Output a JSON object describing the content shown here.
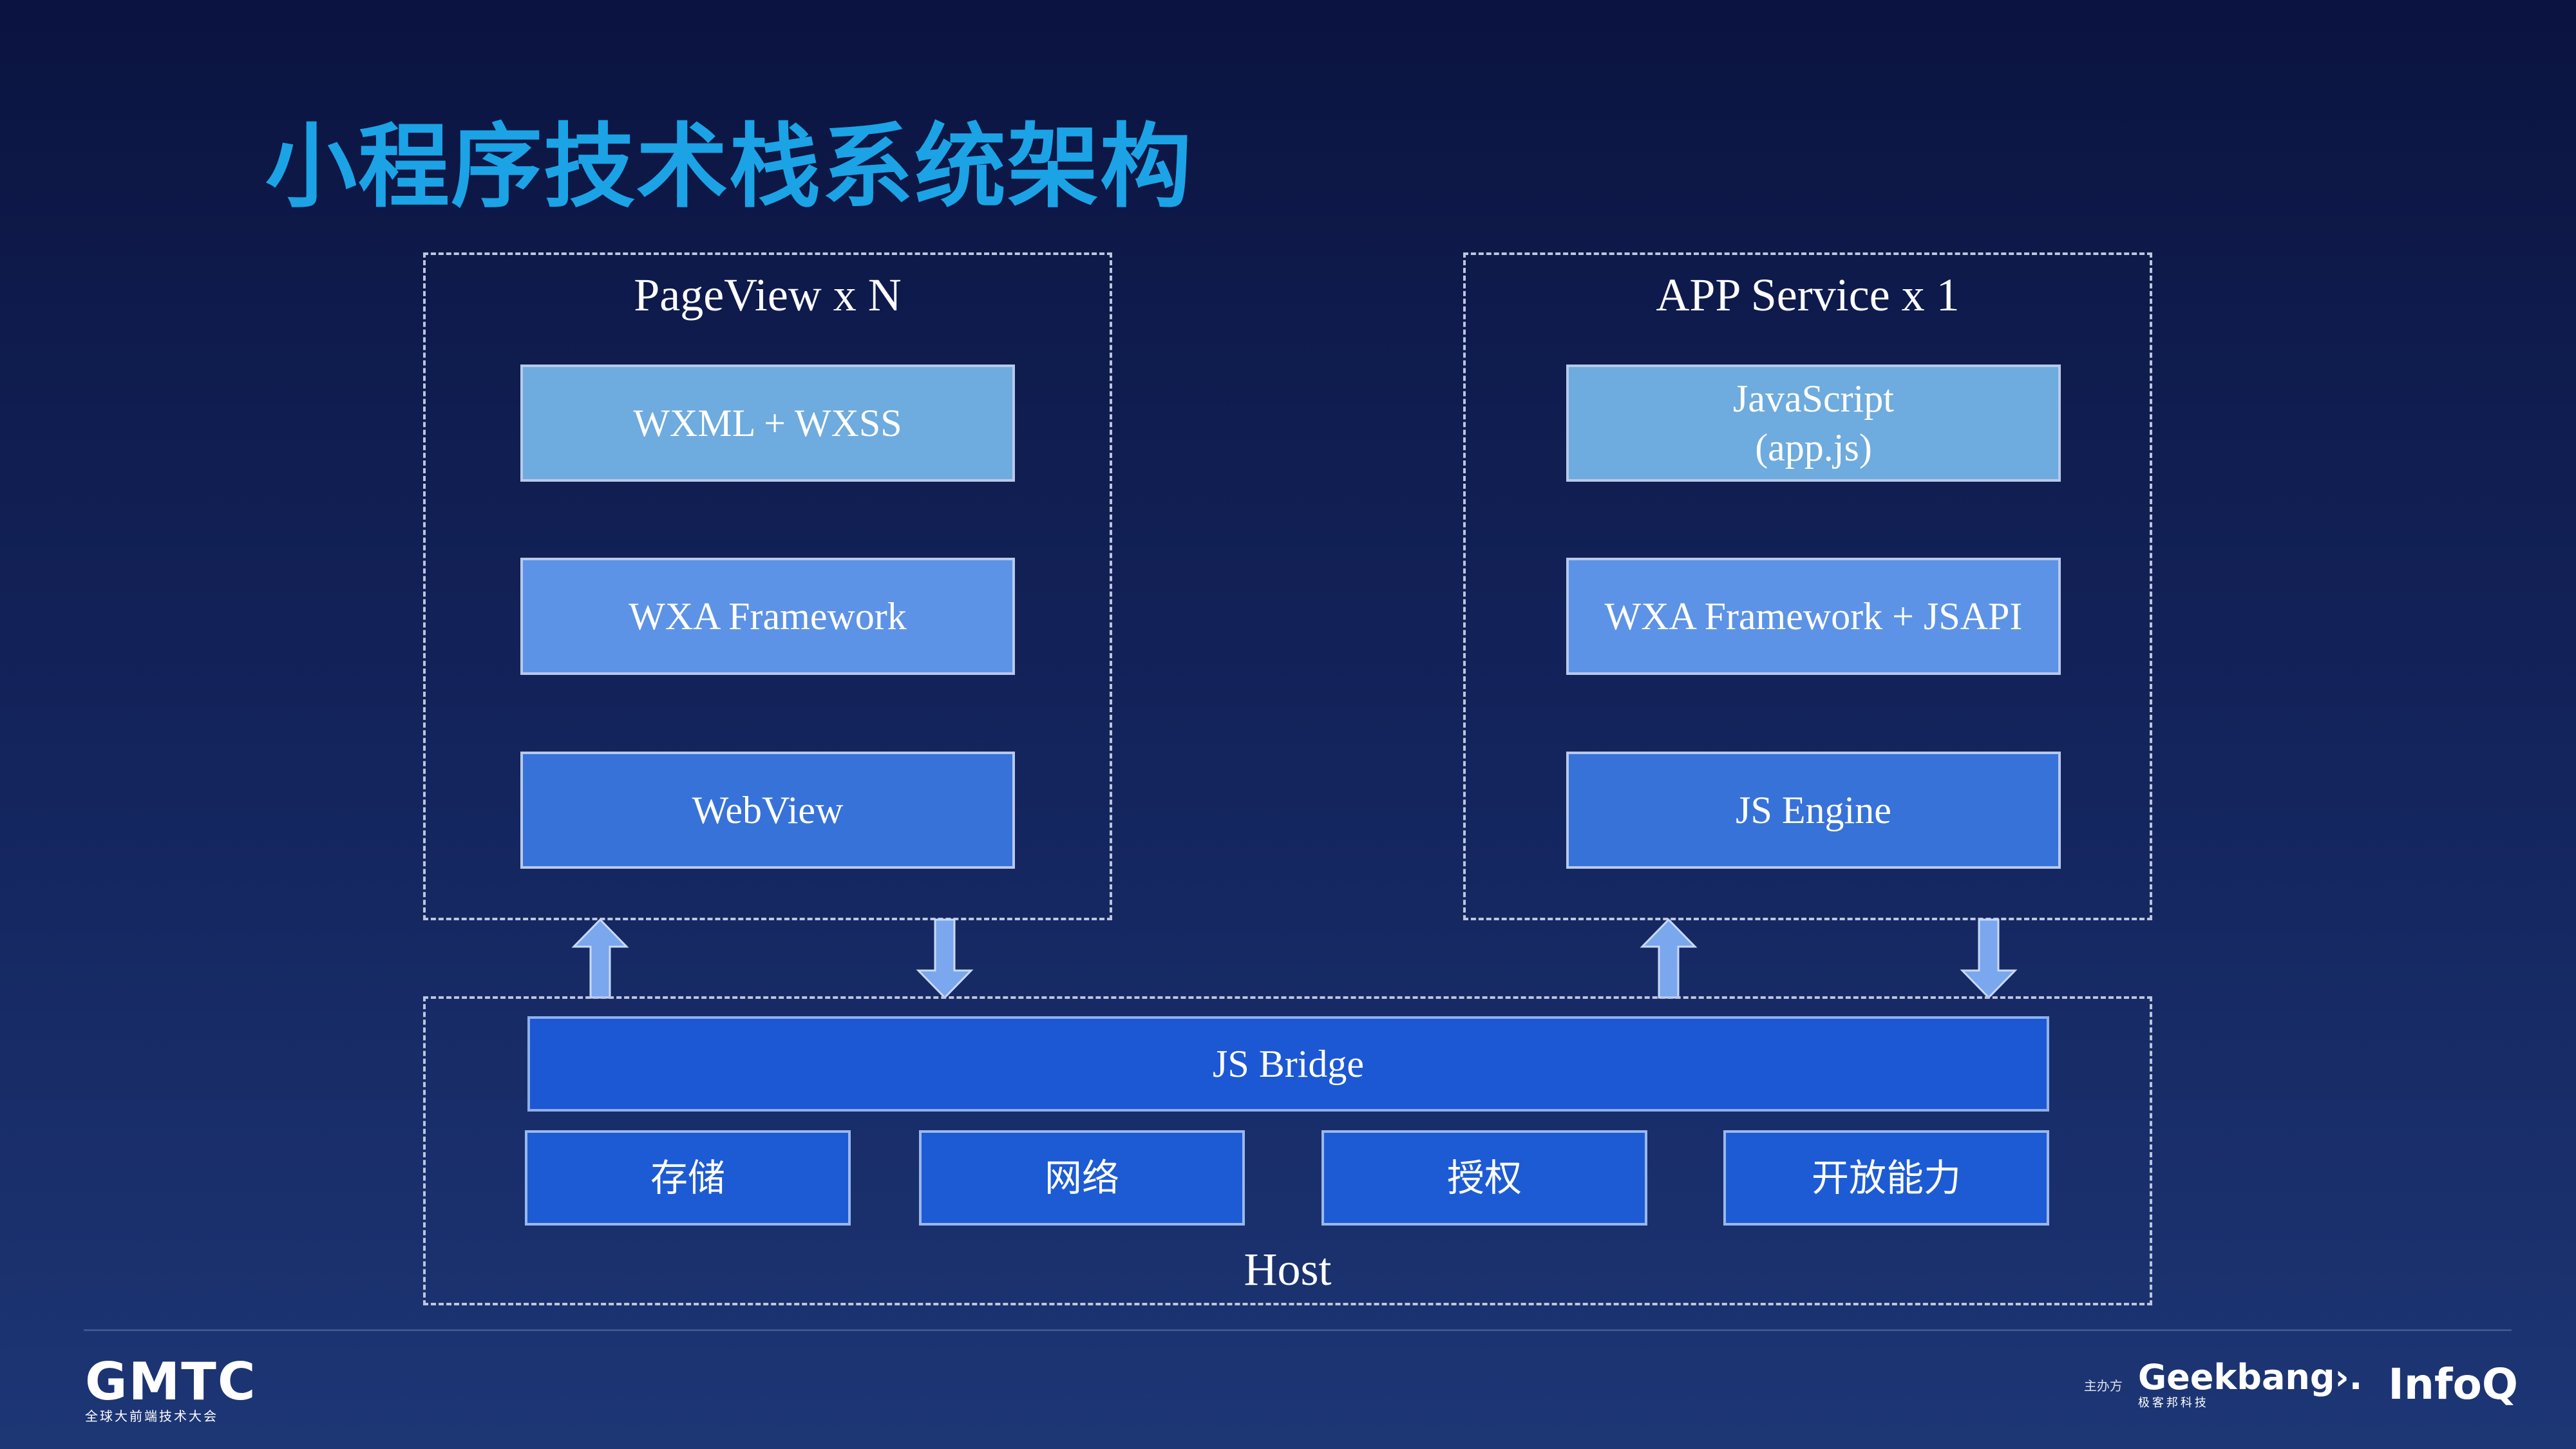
{
  "slide": {
    "title": "小程序技术栈系统架构"
  },
  "pageview": {
    "label": "PageView x N",
    "layers": [
      "WXML + WXSS",
      "WXA Framework",
      "WebView"
    ]
  },
  "appservice": {
    "label": "APP Service x 1",
    "layers": [
      "JavaScript\n(app.js)",
      "WXA Framework + JSAPI",
      "JS Engine"
    ]
  },
  "host": {
    "label": "Host",
    "bridge": "JS Bridge",
    "modules": [
      "存储",
      "网络",
      "授权",
      "开放能力"
    ]
  },
  "footer": {
    "logo": "GMTC",
    "logo_sub": "全球大前端技术大会",
    "sponsor_label": "主办方",
    "sponsor_1": "Geekbang›.",
    "sponsor_1_sub": "极客邦科技",
    "sponsor_2": "InfoQ"
  },
  "colors": {
    "title": "#1ba3e6",
    "layer_light": "#6eabde",
    "layer_mid": "#5d93e6",
    "layer_deep": "#3772d9",
    "bridge": "#1c58d3",
    "arrow": "#7aa7ee"
  }
}
